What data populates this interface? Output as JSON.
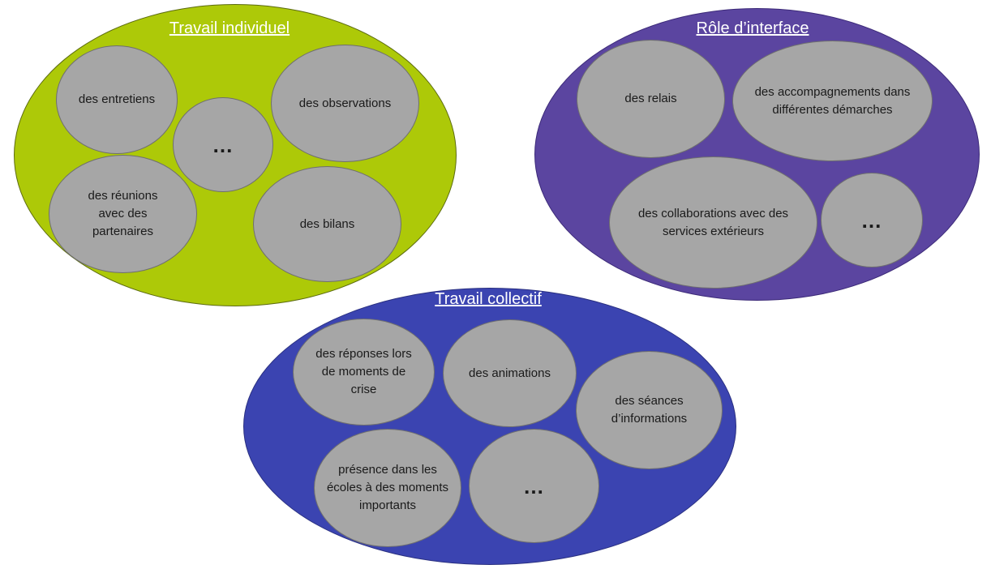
{
  "colors": {
    "individuel": "#adc908",
    "interface": "#5b45a0",
    "collectif": "#3b44b1",
    "bubble": "#a6a6a6"
  },
  "individuel": {
    "title": "Travail individuel",
    "items": [
      "des entretiens",
      "des observations",
      "…",
      "des réunions avec des partenaires",
      "des bilans"
    ]
  },
  "interface": {
    "title": "Rôle d’interface",
    "items": [
      "des relais",
      "des accompagnements dans différentes démarches",
      "des collaborations avec des services extérieurs",
      "…"
    ]
  },
  "collectif": {
    "title": "Travail collectif",
    "items": [
      "des réponses lors de moments de crise",
      "des animations",
      "des séances d’informations",
      "présence dans les écoles à des moments importants",
      "…"
    ]
  }
}
